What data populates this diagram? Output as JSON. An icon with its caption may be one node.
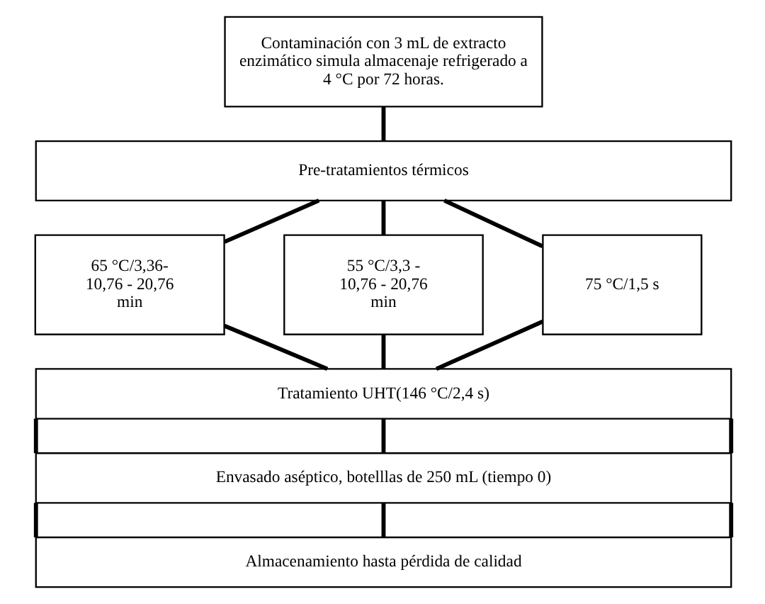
{
  "diagram": {
    "nodes": [
      {
        "text": [
          "Contaminación con 3 mL de extracto enzimático simula almacenaje refrigerado a 4 °C por 72 horas."
        ]
      },
      {
        "text": [
          "Pre-tratamientos térmicos"
        ]
      },
      {
        "text": [
          "65 °C/3,36- 10,76 - 20,76 min"
        ]
      },
      {
        "text": [
          "55 °C/3,3 - 10,76 - 20,76 min"
        ]
      },
      {
        "text": [
          "75 °C/1,5 s"
        ]
      },
      {
        "text": [
          "Tratamiento UHT(146 °C/2,4 s)"
        ]
      },
      {
        "text": [
          "Envasado aséptico, botelllas de 250 mL (tiempo 0)"
        ]
      },
      {
        "text": [
          "Almacenamiento hasta pérdida de calidad"
        ]
      }
    ],
    "edges": [
      {
        "from": 0,
        "to": 1,
        "arrow": "none"
      },
      {
        "from": 1,
        "to": 2,
        "arrow": "none"
      },
      {
        "from": 1,
        "to": 3,
        "arrow": "none"
      },
      {
        "from": 1,
        "to": 4,
        "arrow": "none"
      },
      {
        "from": 2,
        "to": 5,
        "arrow": "none"
      },
      {
        "from": 3,
        "to": 5,
        "arrow": "none"
      },
      {
        "from": 4,
        "to": 5,
        "arrow": "none"
      },
      {
        "from": 5,
        "to": 6,
        "arrow": "none"
      },
      {
        "from": 5,
        "to": 6,
        "arrow": "none"
      },
      {
        "from": 5,
        "to": 6,
        "arrow": "none"
      },
      {
        "from": 6,
        "to": 7,
        "arrow": "none"
      },
      {
        "from": 6,
        "to": 7,
        "arrow": "none"
      },
      {
        "from": 6,
        "to": 7,
        "arrow": "none"
      }
    ]
  }
}
